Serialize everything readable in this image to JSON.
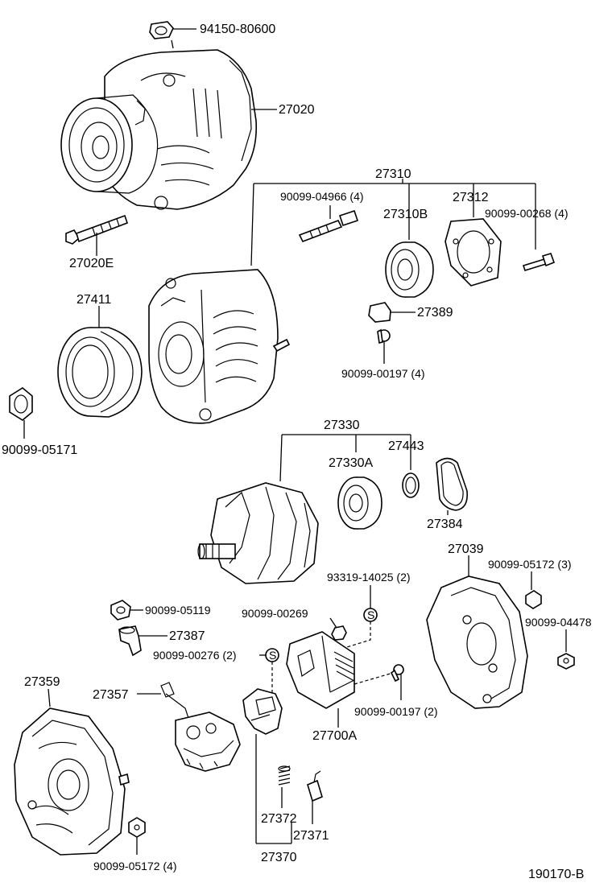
{
  "diagram_id": "190170-B",
  "labels": {
    "nut_top": "94150-80600",
    "alternator": "27020",
    "bolt_alt": "27020E",
    "pulley": "27411",
    "pulley_nut": "90099-05171",
    "drive_end_frame": "27310",
    "frame_screw": "90099-04966 (4)",
    "bearing_front": "27310B",
    "retainer_plate": "27312",
    "plate_screw": "90099-00268 (4)",
    "bearing_cover": "27389",
    "cover_screw": "90099-00197 (4)",
    "rotor": "27330",
    "bearing_rear": "27330A",
    "rotor_ring": "27443",
    "insulator": "27384",
    "rear_cover": "27039",
    "cover_nut": "90099-05172 (3)",
    "cover_bolt": "90099-04478",
    "terminal_nut": "90099-05119",
    "terminal_insulator": "27387",
    "stud_nut": "90099-00269",
    "reg_screw_s": "93319-14025 (2)",
    "holder_screw_s": "90099-00276 (2)",
    "rectifier_end_frame": "27359",
    "rectifier": "27357",
    "brush_holder": "27370",
    "spring": "27372",
    "brush": "27371",
    "regulator": "27700A",
    "regulator_screw": "90099-00197 (2)",
    "frame_nut": "90099-05172 (4)",
    "s_mark": "S"
  }
}
